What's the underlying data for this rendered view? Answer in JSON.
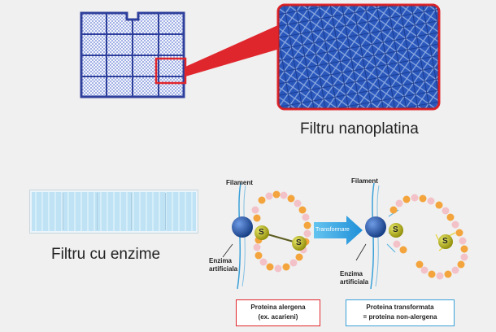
{
  "top": {
    "caption_nanoplatina": "Filtru nanoplatina"
  },
  "bottom": {
    "caption_enzime": "Filtru cu enzime",
    "label_filament_left": "Filament",
    "label_filament_right": "Filament",
    "label_enzyme_left_1": "Enzima",
    "label_enzyme_left_2": "artificiala",
    "label_enzyme_right_1": "Enzima",
    "label_enzyme_right_2": "artificiala",
    "arrow_label": "Transformare",
    "sulfur_symbol": "S",
    "box_allergen_line1": "Proteina alergena",
    "box_allergen_line2": "(ex. acarieni)",
    "box_transformed_line1": "Proteina transformata",
    "box_transformed_line2": "= proteina non-alergena"
  },
  "colors": {
    "grid_blue": "#2f3f9c",
    "highlight_red": "#e0262d",
    "mesh_blue": "#2f5fd0",
    "enzyme_ball": "#1f4f9b",
    "sulfur": "#b8b214",
    "bead_orange": "#f3a43c",
    "bead_pink": "#f3c2c8"
  }
}
